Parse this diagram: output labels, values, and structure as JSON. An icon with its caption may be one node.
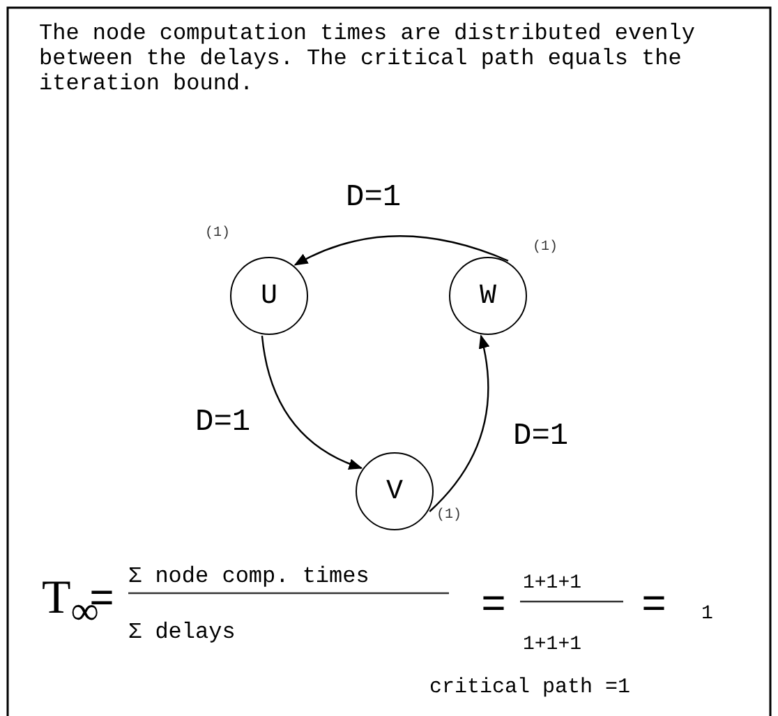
{
  "diagram": {
    "nodes": [
      {
        "text": [
          "U"
        ],
        "beside": [
          "(1)"
        ]
      },
      {
        "text": [
          "W"
        ],
        "beside": [
          "(1)"
        ]
      },
      {
        "text": [
          "V"
        ],
        "beside": [
          "(1)"
        ]
      }
    ],
    "edges": [
      {
        "from": 1,
        "to": 0,
        "arrow": "to",
        "label": "D=1"
      },
      {
        "from": 0,
        "to": 2,
        "arrow": "to",
        "label": "D=1"
      },
      {
        "from": 2,
        "to": 1,
        "arrow": "to",
        "label": "D=1"
      }
    ],
    "labels": [
      "The node computation times are distributed evenly between the delays. The critical path equals the iteration bound.",
      "T$_{∞}$",
      "=",
      "Σ node comp. times",
      "Σ delays",
      "=",
      "1+1+1",
      "1+1+1",
      "=",
      "1",
      "critical path =1"
    ]
  }
}
